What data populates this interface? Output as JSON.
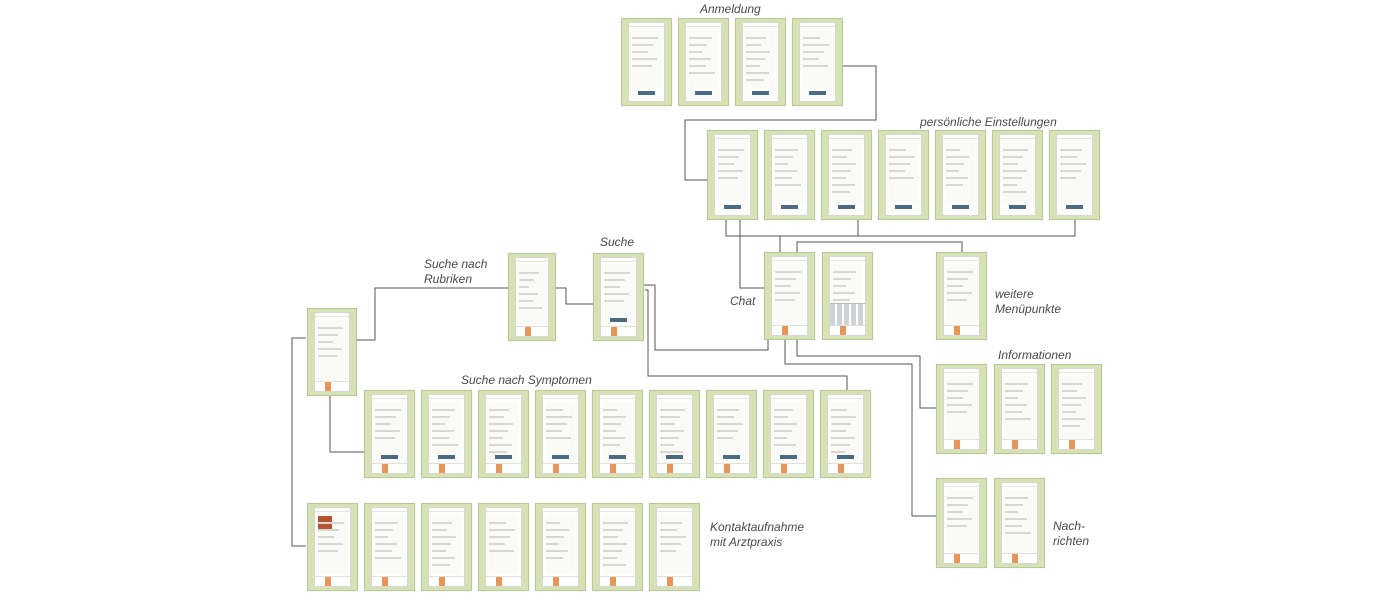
{
  "labels": {
    "anmeldung": "Anmeldung",
    "persoenliche_einstellungen": "persönliche Einstellungen",
    "suche": "Suche",
    "suche_nach_rubriken_1": "Suche nach",
    "suche_nach_rubriken_2": "Rubriken",
    "chat": "Chat",
    "weitere_menuepunkte_1": "weitere",
    "weitere_menuepunkte_2": "Menüpunkte",
    "informationen": "Informationen",
    "suche_nach_symptomen": "Suche nach Symptomen",
    "kontaktaufnahme_1": "Kontaktaufnahme",
    "kontaktaufnahme_2": "mit Arztpraxis",
    "nachrichten_1": "Nach-",
    "nachrichten_2": "richten"
  },
  "colors": {
    "screen_frame": "#d6e2b3",
    "accent_orange": "#e8955a",
    "primary_button": "#4a6a85",
    "connector": "#555555",
    "label_text": "#4a4a4a"
  },
  "groups": {
    "anmeldung": {
      "screen_count": 4
    },
    "persoenliche_einstellungen": {
      "screen_count": 7
    },
    "suche_nach_rubriken": {
      "screen_count": 2
    },
    "suche": {
      "screen_count": 1
    },
    "chat": {
      "screen_count": 2
    },
    "weitere_menuepunkte": {
      "screen_count": 1
    },
    "informationen": {
      "screen_count": 3
    },
    "suche_nach_symptomen": {
      "screen_count": 9
    },
    "nachrichten": {
      "screen_count": 2
    },
    "kontaktaufnahme_mit_arztpraxis": {
      "screen_count": 7
    }
  }
}
